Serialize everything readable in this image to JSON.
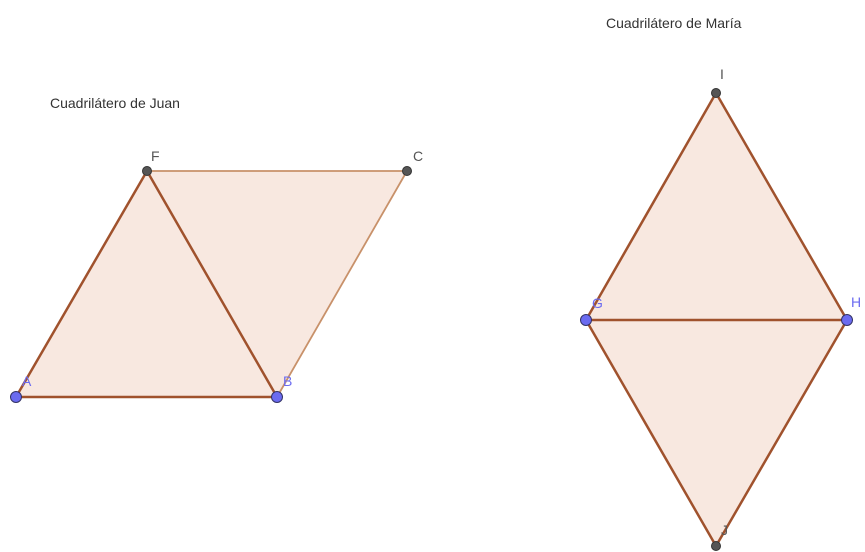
{
  "figures": [
    {
      "title": "Cuadrilátero de Juan",
      "fill_color": "#f7e4da",
      "edge_color": "#a0522d",
      "points": [
        {
          "label": "A",
          "color": "#6b6bf0"
        },
        {
          "label": "B",
          "color": "#6b6bf0"
        },
        {
          "label": "C",
          "color": "#555555"
        },
        {
          "label": "F",
          "color": "#555555"
        }
      ]
    },
    {
      "title": "Cuadrilátero de María",
      "fill_color": "#f7e4da",
      "edge_color": "#a0522d",
      "points": [
        {
          "label": "G",
          "color": "#6b6bf0"
        },
        {
          "label": "H",
          "color": "#6b6bf0"
        },
        {
          "label": "I",
          "color": "#555555"
        },
        {
          "label": "J",
          "color": "#555555"
        }
      ]
    }
  ]
}
